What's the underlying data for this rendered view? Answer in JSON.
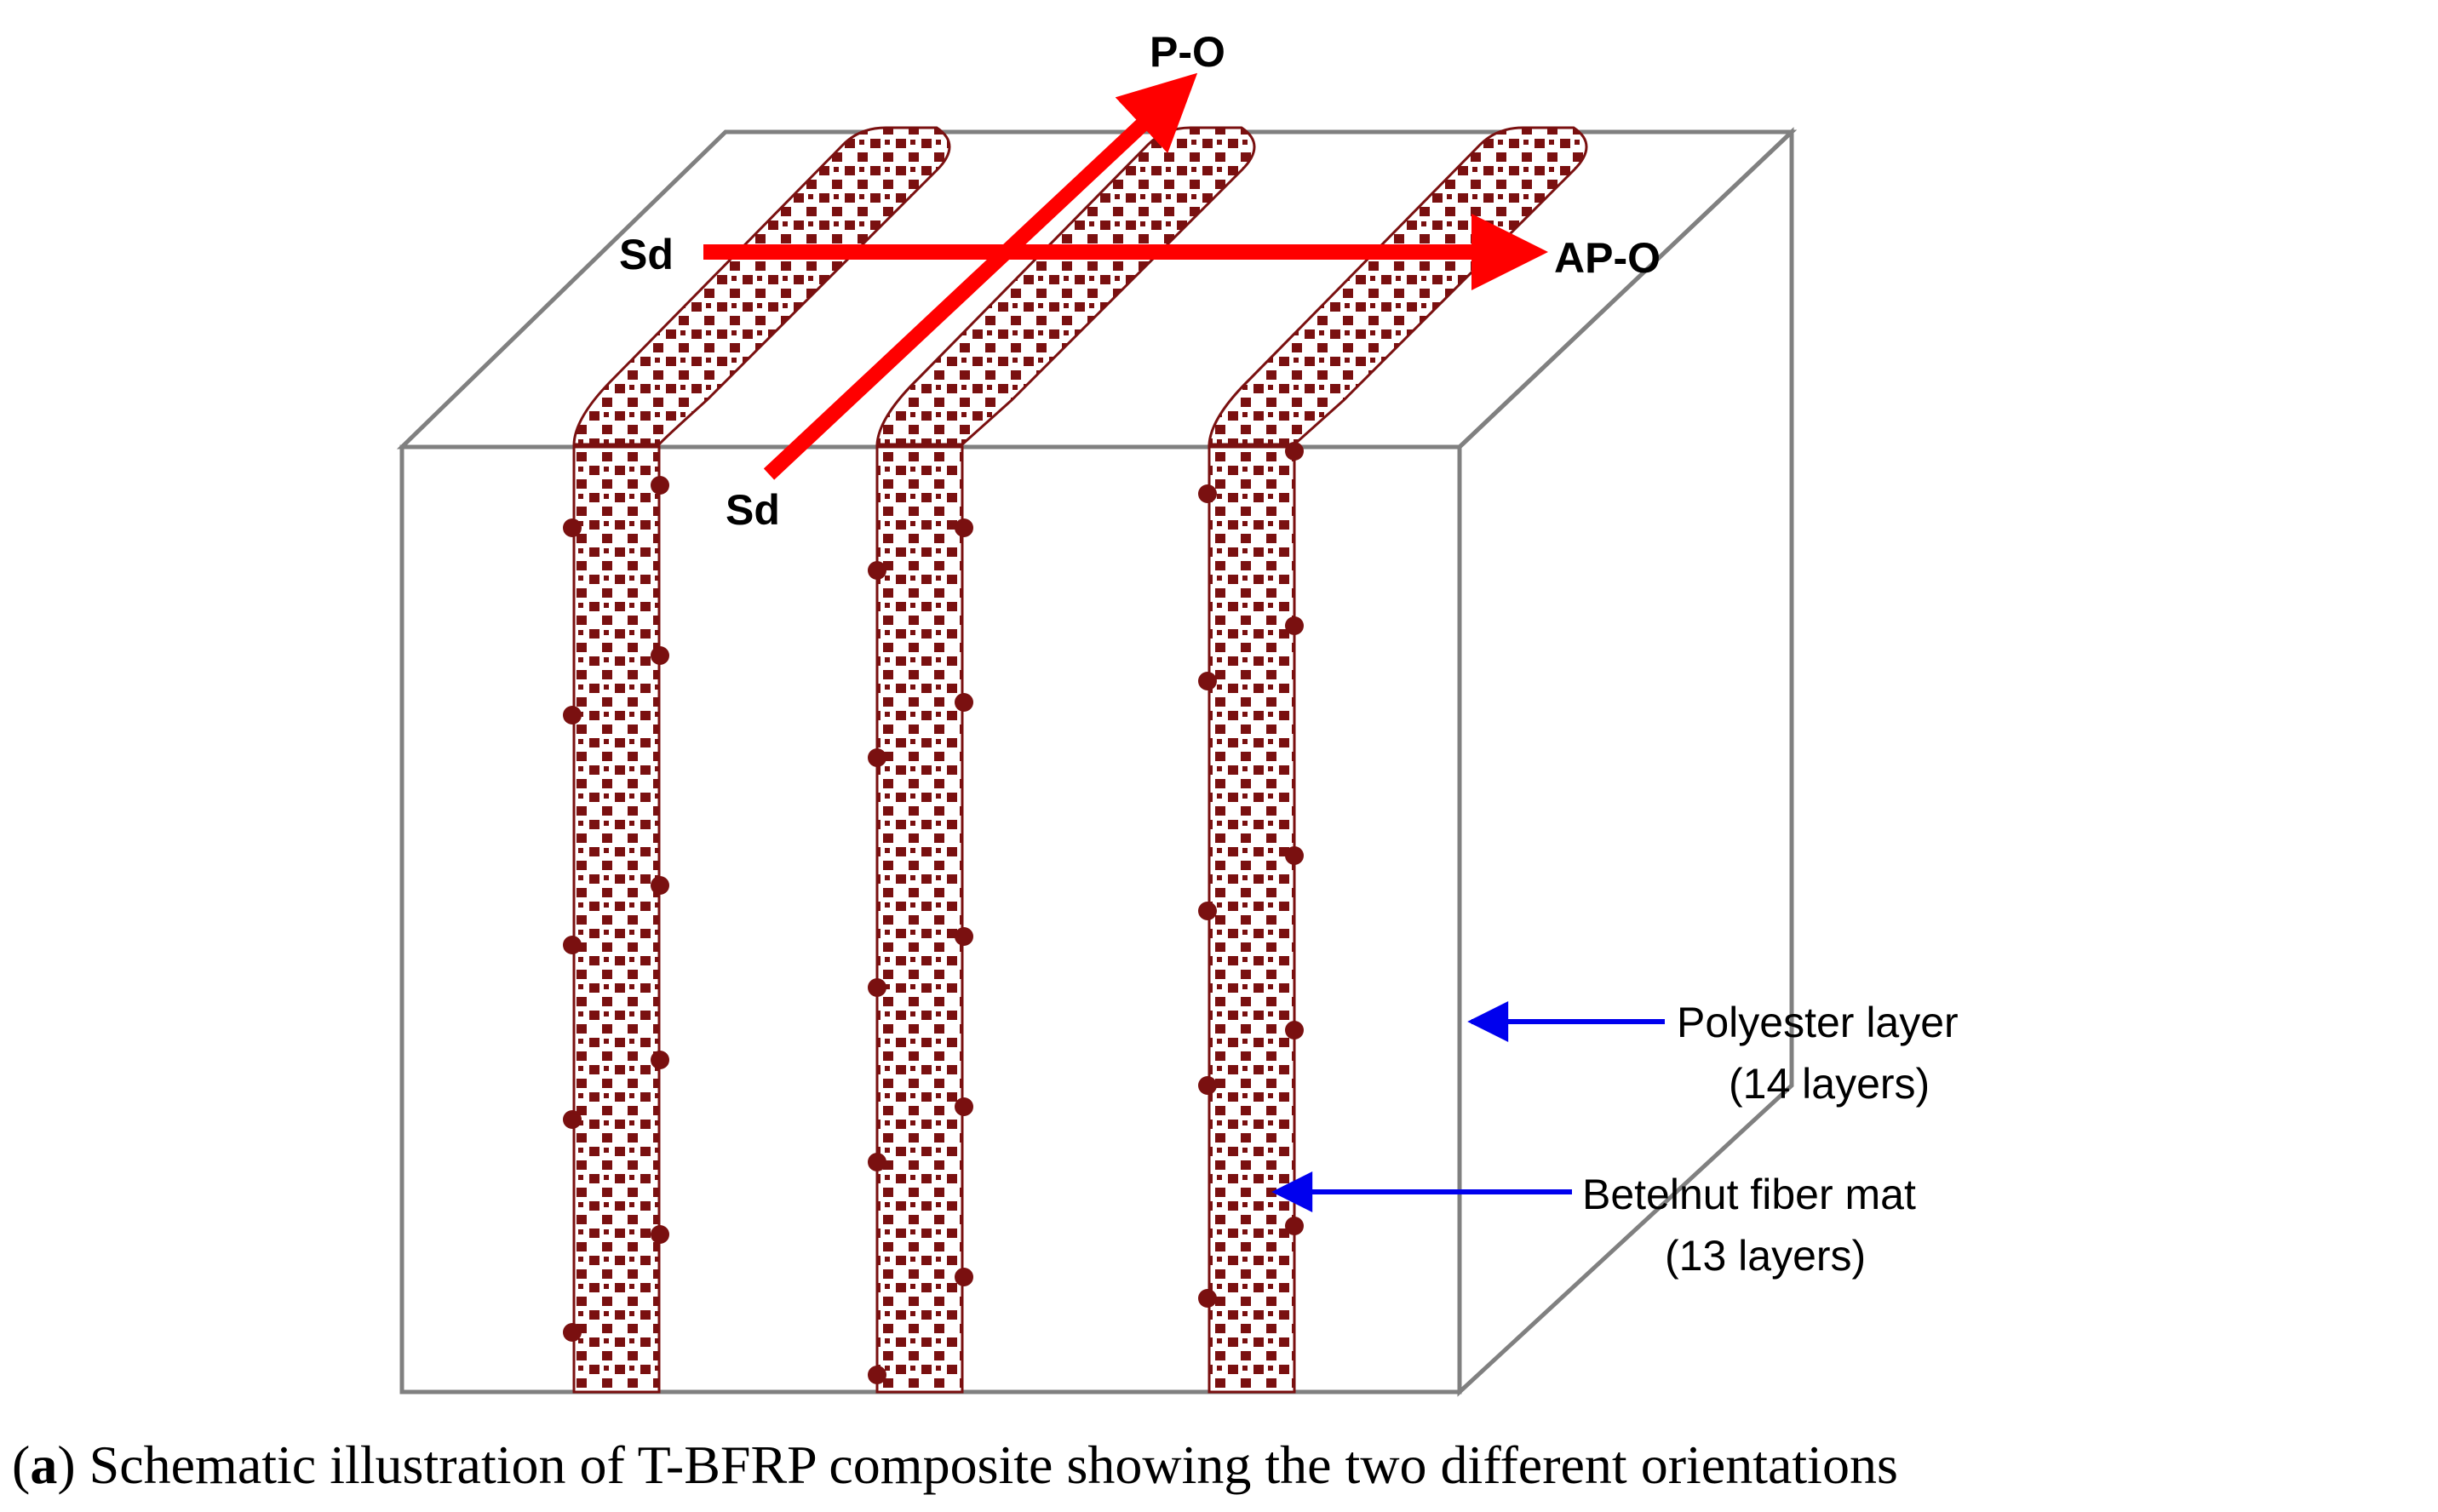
{
  "labels": {
    "po": "P-O",
    "apo": "AP-O",
    "sd_top": "Sd",
    "sd_bottom": "Sd",
    "polyester_line1": "Polyester layer",
    "polyester_line2": "(14 layers)",
    "betelnut_line1": "Betelnut fiber mat",
    "betelnut_line2": "(13 layers)"
  },
  "caption": {
    "open": "(",
    "letter": "a",
    "rest": ") Schematic illustration of T-BFRP composite showing the two different orientations"
  },
  "colors": {
    "outline": "#808080",
    "fiber": "#7a1010",
    "orientation_arrow": "#ff0000",
    "pointer_arrow": "#0000ee"
  }
}
